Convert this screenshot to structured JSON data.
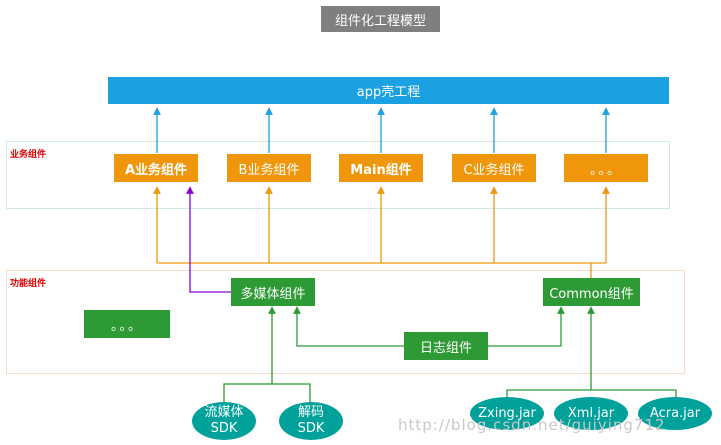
{
  "title": "组件化工程模型",
  "app_shell": "app壳工程",
  "business_group": {
    "label": "业务组件",
    "components": [
      "A业务组件",
      "B业务组件",
      "Main组件",
      "C业务组件",
      "。。。"
    ]
  },
  "function_group": {
    "label": "功能组件",
    "components": {
      "multimedia": "多媒体组件",
      "common": "Common组件",
      "log": "日志组件",
      "more": "。。。"
    }
  },
  "libraries": {
    "streaming_sdk": [
      "流媒体",
      "SDK"
    ],
    "decode_sdk": [
      "解码",
      "SDK"
    ],
    "zxing": "Zxing.jar",
    "xml": "Xml.jar",
    "acra": "Acra.jar"
  },
  "watermark": "http://blog.csdn.net/guiying712",
  "colors": {
    "title": "#7f7f7f",
    "app_shell": "#1ba1e2",
    "business": "#f0960b",
    "function": "#2e9a35",
    "library": "#00a19a",
    "group_label": "#e00000",
    "arrow_orange": "#f0960b",
    "arrow_blue": "#1ba1e2",
    "arrow_purple": "#8a00d4",
    "arrow_green": "#2e9a35"
  }
}
